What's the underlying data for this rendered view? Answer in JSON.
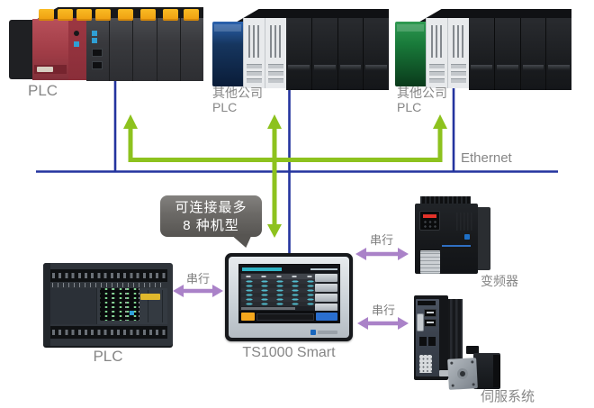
{
  "nodes": {
    "rack_left": {
      "label": "PLC"
    },
    "rack_middle": {
      "label_line1": "其他公司",
      "label_line2": "PLC"
    },
    "rack_right": {
      "label_line1": "其他公司",
      "label_line2": "PLC"
    },
    "plc_compact": {
      "label": "PLC"
    },
    "hmi": {
      "label": "TS1000 Smart"
    },
    "inverter": {
      "label": "变频器"
    },
    "servo": {
      "label": "伺服系统"
    }
  },
  "connections": {
    "ethernet_label": "Ethernet",
    "serial_left_label": "串行",
    "serial_upper_right_label": "串行",
    "serial_lower_right_label": "串行"
  },
  "callout": {
    "line1": "可连接最多",
    "line2": "8 种机型"
  },
  "colors": {
    "ethernet_line": "#24349f",
    "ethernet_arrow_green": "#8dc21e",
    "serial_arrow_purple": "#aa82c8",
    "callout_bg": "#6b6966",
    "label_text": "#868686",
    "hmi_accent_orange": "#f4a71d",
    "hmi_accent_blue": "#2a6fd0"
  }
}
